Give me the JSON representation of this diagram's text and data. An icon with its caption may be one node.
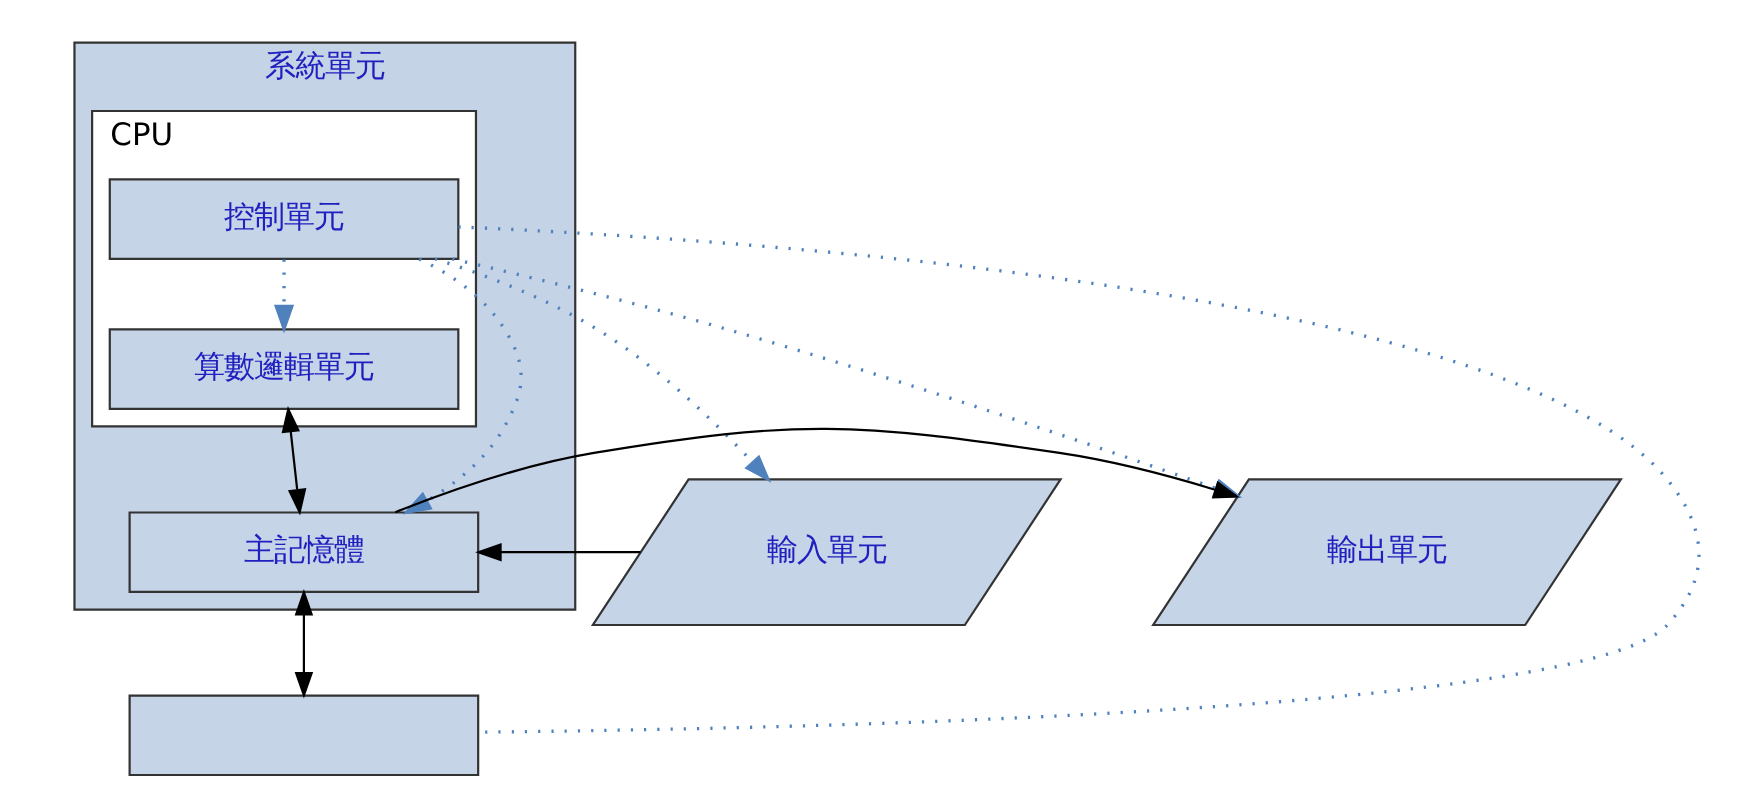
{
  "diagram": {
    "nodes": [
      {
        "text": [
          "系統單元"
        ]
      },
      {
        "text": [
          "CPU"
        ],
        "in": 0
      },
      {
        "text": [
          "控制單元"
        ],
        "in": 1
      },
      {
        "text": [
          "算數邏輯單元"
        ],
        "in": 1
      },
      {
        "text": [
          "主記憶體"
        ],
        "in": 0
      },
      {
        "text": [
          "輸入單元"
        ]
      },
      {
        "text": [
          "輸出單元"
        ]
      },
      {
        "text": [],
        "shape": "box"
      }
    ],
    "edges": [
      {
        "from": 2,
        "to": 3,
        "arrow": "to",
        "style": "dashed",
        "color": "#4f81bd"
      },
      {
        "from": 2,
        "to": 5,
        "arrow": "to",
        "style": "dashed",
        "color": "#4f81bd"
      },
      {
        "from": 2,
        "to": 6,
        "arrow": "to",
        "style": "dashed",
        "color": "#4f81bd"
      },
      {
        "from": 2,
        "to": 4,
        "arrow": "to",
        "style": "dashed",
        "color": "#4f81bd"
      },
      {
        "from": 2,
        "to": 7,
        "arrow": "none",
        "style": "dashed",
        "color": "#4f81bd"
      },
      {
        "from": 3,
        "to": 4,
        "arrow": "both",
        "color": "#000000"
      },
      {
        "from": 5,
        "to": 4,
        "arrow": "to",
        "color": "#000000"
      },
      {
        "from": 4,
        "to": 6,
        "arrow": "to",
        "color": "#000000"
      },
      {
        "from": 4,
        "to": 7,
        "arrow": "both",
        "color": "#000000"
      }
    ]
  }
}
